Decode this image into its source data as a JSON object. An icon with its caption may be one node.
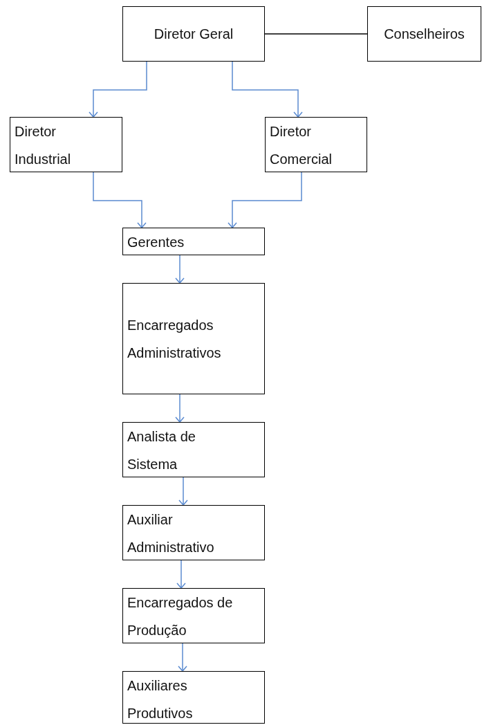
{
  "diagram": {
    "nodes": [
      {
        "text": [
          "Diretor Geral"
        ]
      },
      {
        "text": [
          "Conselheiros"
        ]
      },
      {
        "text": [
          "Diretor Industrial"
        ]
      },
      {
        "text": [
          "Diretor Comercial"
        ]
      },
      {
        "text": [
          "Gerentes"
        ]
      },
      {
        "text": [
          "Encarregados Administrativos"
        ]
      },
      {
        "text": [
          "Analista de Sistema"
        ]
      },
      {
        "text": [
          "Auxiliar Administrativo"
        ]
      },
      {
        "text": [
          "Encarregados de Produção"
        ]
      },
      {
        "text": [
          "Auxiliares Produtivos"
        ]
      }
    ],
    "edges": [
      {
        "from": 0,
        "to": 1,
        "arrow": "none",
        "color": "#000000"
      },
      {
        "from": 0,
        "to": 2,
        "arrow": "to"
      },
      {
        "from": 0,
        "to": 3,
        "arrow": "to"
      },
      {
        "from": 2,
        "to": 4,
        "arrow": "to"
      },
      {
        "from": 3,
        "to": 4,
        "arrow": "to"
      },
      {
        "from": 4,
        "to": 5,
        "arrow": "to"
      },
      {
        "from": 5,
        "to": 6,
        "arrow": "to"
      },
      {
        "from": 6,
        "to": 7,
        "arrow": "to"
      },
      {
        "from": 7,
        "to": 8,
        "arrow": "to"
      },
      {
        "from": 8,
        "to": 9,
        "arrow": "to"
      }
    ]
  }
}
